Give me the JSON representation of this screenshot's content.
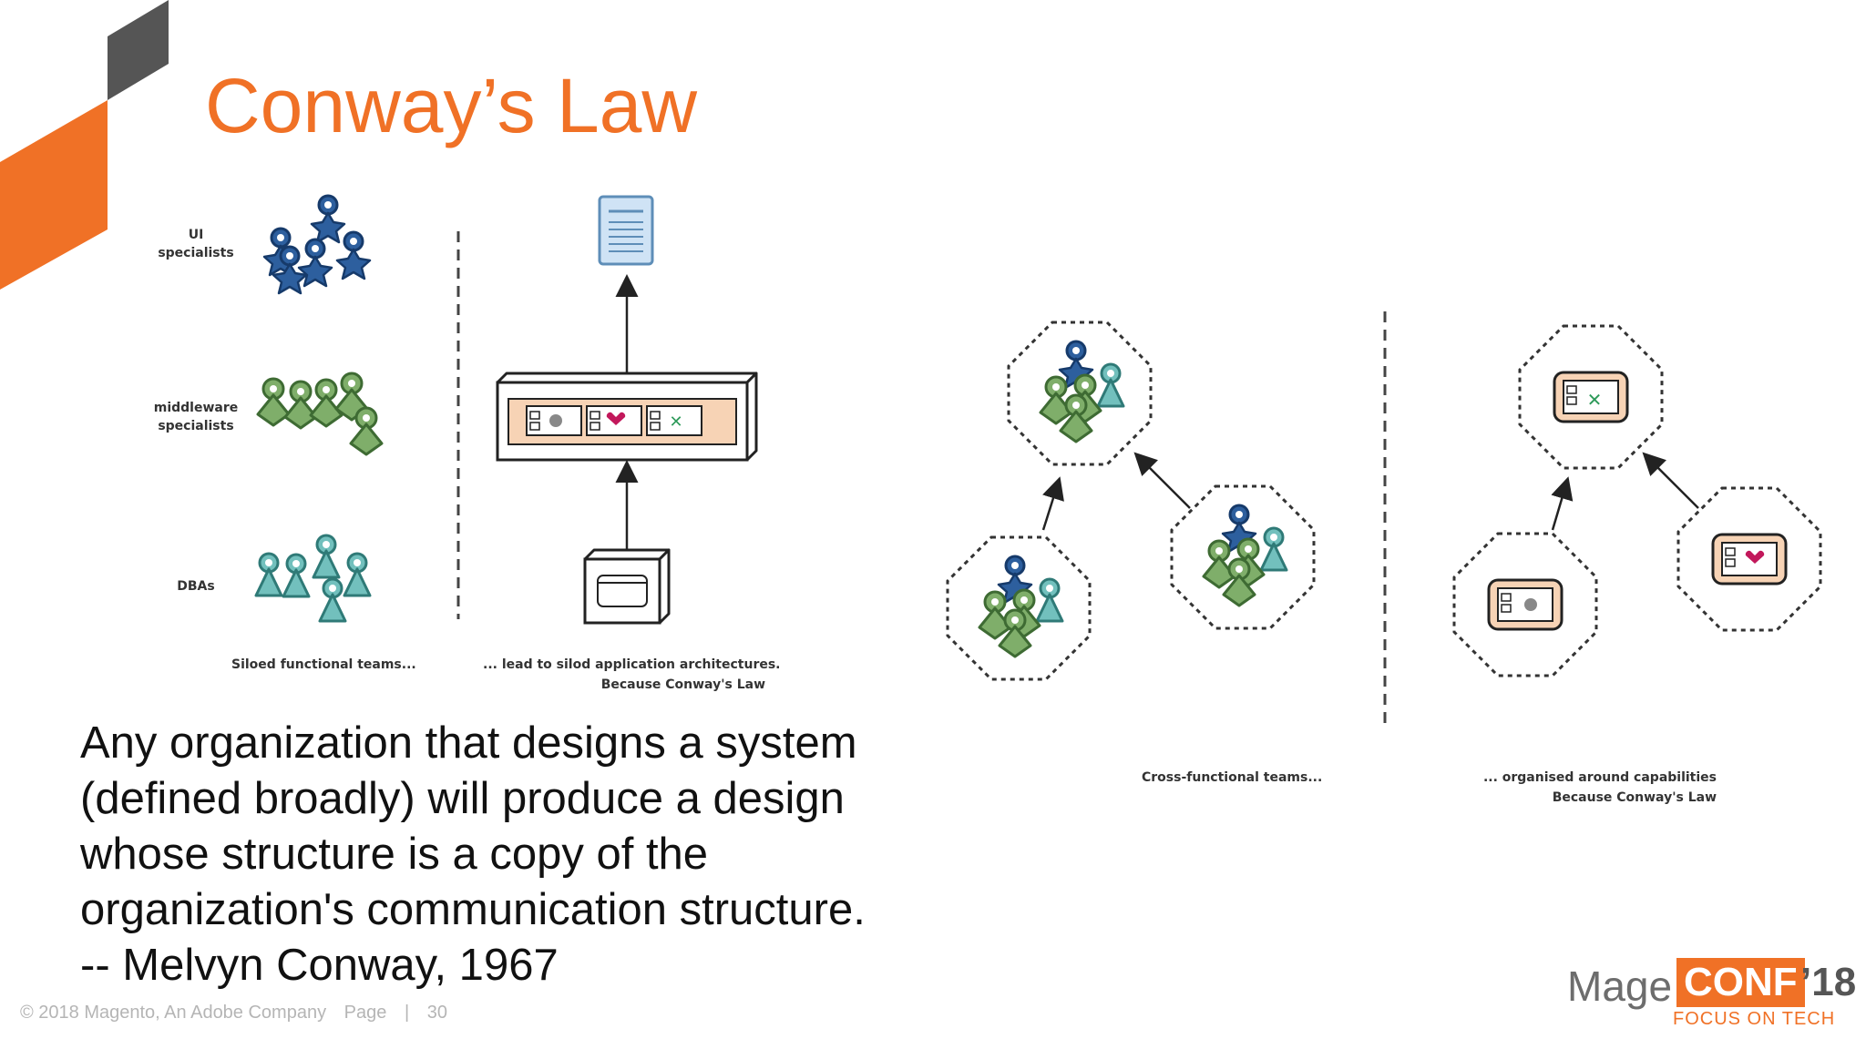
{
  "slide": {
    "title": "Conway’s Law",
    "quote_lines": [
      "Any organization that designs a system",
      "(defined broadly) will produce a design",
      "whose structure is a copy of the",
      "organization's communication structure.",
      "-- Melvyn Conway, 1967"
    ],
    "footer": {
      "copyright": "© 2018 Magento, An Adobe Company",
      "page_label": "Page",
      "separator": "|",
      "page_number": "30"
    },
    "logo": {
      "mage": "Mage",
      "conf": "CONF",
      "year": "’18",
      "tagline": "FOCUS ON TECH"
    }
  },
  "left_diagram": {
    "team_labels": {
      "ui": [
        "UI",
        "specialists"
      ],
      "middleware": [
        "middleware",
        "specialists"
      ],
      "dbas": [
        "DBAs"
      ]
    },
    "caption_left": "Siloed functional teams...",
    "caption_right_lines": [
      "... lead to silod application architectures.",
      "Because Conway's Law"
    ]
  },
  "right_diagram": {
    "caption_left": "Cross-functional teams...",
    "caption_right_lines": [
      "... organised around capabilities",
      "Because Conway's Law"
    ]
  },
  "colors": {
    "accent_orange": "#f07126",
    "dark_grey": "#555555",
    "ui_blue": "#2d5f9e",
    "middleware_green": "#7fae6a",
    "dba_teal": "#72c0bd",
    "component_fill": "#f7d3b5"
  }
}
